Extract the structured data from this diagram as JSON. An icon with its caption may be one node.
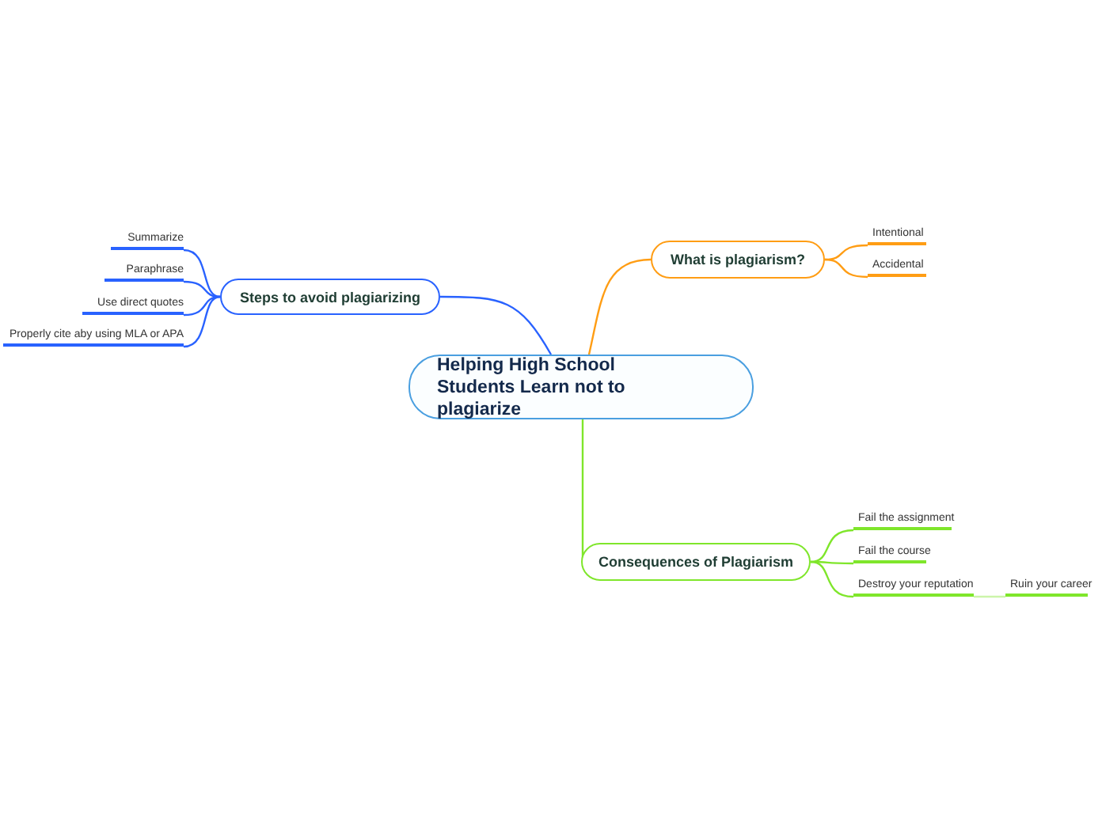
{
  "diagram": {
    "nodes": [
      {
        "text": [
          "Helping High School Students Learn not to plagiarize"
        ]
      },
      {
        "text": [
          "Steps to avoid plagiarizing"
        ]
      },
      {
        "text": [
          "Summarize"
        ]
      },
      {
        "text": [
          "Paraphrase"
        ]
      },
      {
        "text": [
          "Use direct quotes"
        ]
      },
      {
        "text": [
          "Properly cite aby using MLA or APA"
        ]
      },
      {
        "text": [
          "What is plagiarism?"
        ]
      },
      {
        "text": [
          "Intentional"
        ]
      },
      {
        "text": [
          "Accidental"
        ]
      },
      {
        "text": [
          "Consequences of Plagiarism"
        ]
      },
      {
        "text": [
          "Fail the assignment"
        ]
      },
      {
        "text": [
          "Fail the course"
        ]
      },
      {
        "text": [
          "Destroy your reputation"
        ]
      },
      {
        "text": [
          "Ruin your career"
        ]
      }
    ],
    "edges": [
      {
        "from": 0,
        "to": 1,
        "arrow": "none",
        "color": "#2962ff"
      },
      {
        "from": 1,
        "to": 2,
        "arrow": "none",
        "color": "#2962ff"
      },
      {
        "from": 1,
        "to": 3,
        "arrow": "none",
        "color": "#2962ff"
      },
      {
        "from": 1,
        "to": 4,
        "arrow": "none",
        "color": "#2962ff"
      },
      {
        "from": 1,
        "to": 5,
        "arrow": "none",
        "color": "#2962ff"
      },
      {
        "from": 0,
        "to": 6,
        "arrow": "none",
        "color": "#ff9d14"
      },
      {
        "from": 6,
        "to": 7,
        "arrow": "none",
        "color": "#ff9d14"
      },
      {
        "from": 6,
        "to": 8,
        "arrow": "none",
        "color": "#ff9d14"
      },
      {
        "from": 0,
        "to": 9,
        "arrow": "none",
        "color": "#7fe62b"
      },
      {
        "from": 9,
        "to": 10,
        "arrow": "none",
        "color": "#7fe62b"
      },
      {
        "from": 9,
        "to": 11,
        "arrow": "none",
        "color": "#7fe62b"
      },
      {
        "from": 9,
        "to": 12,
        "arrow": "none",
        "color": "#7fe62b"
      },
      {
        "from": 12,
        "to": 13,
        "arrow": "none",
        "color": "#ccf5aa"
      }
    ]
  }
}
